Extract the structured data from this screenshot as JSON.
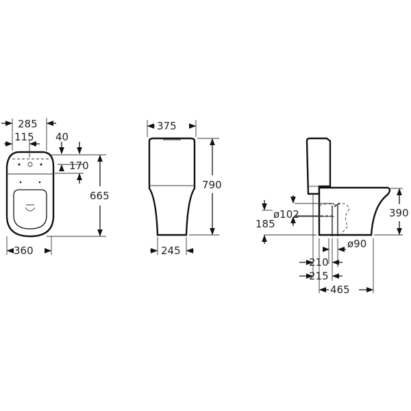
{
  "top_view": {
    "width_285": "285",
    "offset_115": "115",
    "offset_40": "40",
    "depth_170": "170",
    "length_665": "665",
    "width_360": "360"
  },
  "front_view": {
    "width_375": "375",
    "height_790": "790",
    "base_245": "245"
  },
  "side_view": {
    "outlet_dia": "ø102",
    "outlet_height": "185",
    "seat_height": "390",
    "waste_dia": "ø90",
    "dist_210": "210",
    "dist_215": "215",
    "depth_465": "465"
  }
}
